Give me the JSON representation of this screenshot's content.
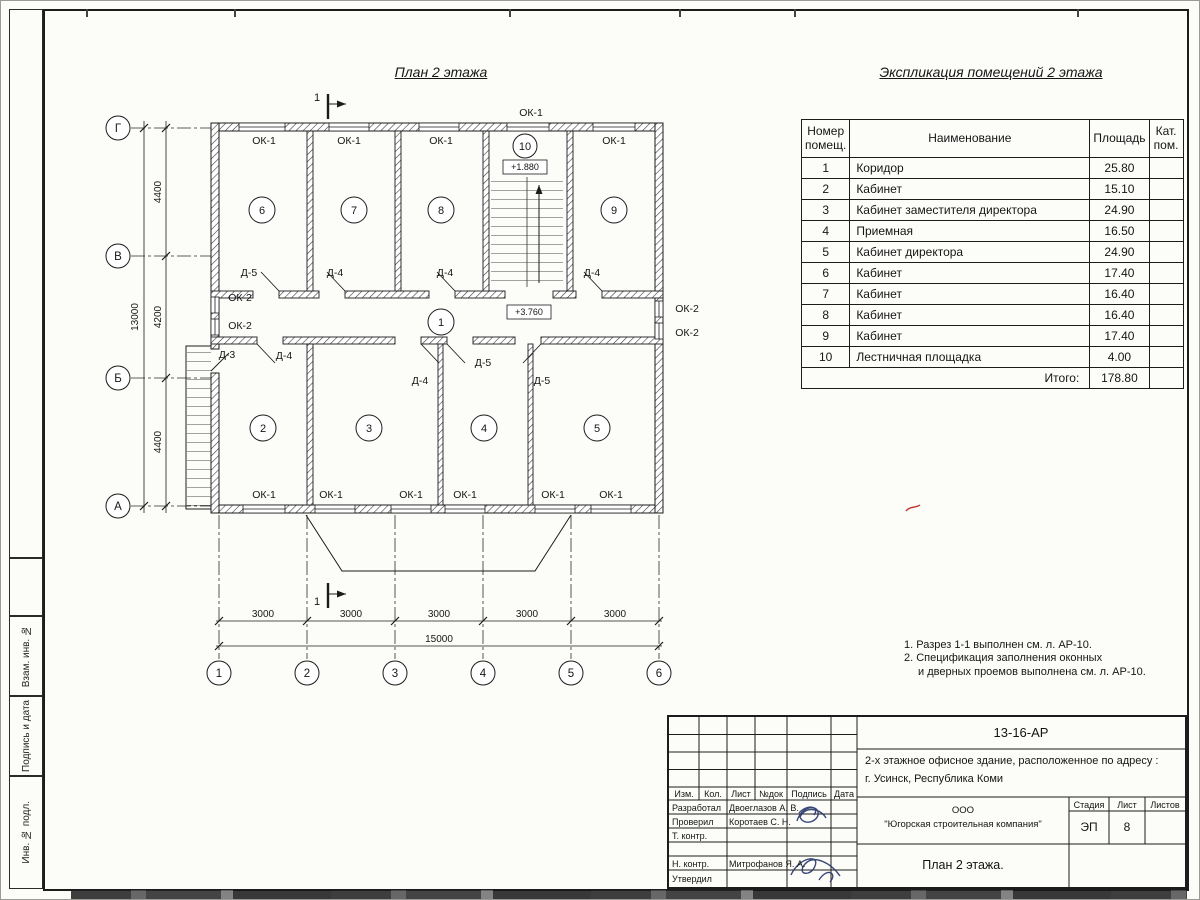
{
  "plan": {
    "title": "План 2 этажа",
    "axes_vertical": [
      "Г",
      "В",
      "Б",
      "А"
    ],
    "axes_horizontal": [
      "1",
      "2",
      "3",
      "4",
      "5",
      "6"
    ],
    "room_numbers": [
      "1",
      "2",
      "3",
      "4",
      "5",
      "6",
      "7",
      "8",
      "9",
      "10"
    ],
    "dims_left": [
      "4400",
      "4200",
      "4400"
    ],
    "dim_left_total": "13000",
    "dims_bottom": [
      "3000",
      "3000",
      "3000",
      "3000",
      "3000"
    ],
    "dim_bottom_total": "15000",
    "labels": {
      "ok1": "ОК-1",
      "ok2": "ОК-2",
      "d3": "Д-3",
      "d4": "Д-4",
      "d5": "Д-5",
      "section": "1",
      "elev_stair": "+1.880",
      "elev_floor": "+3.760"
    }
  },
  "explication": {
    "title": "Экспликация помещений 2 этажа",
    "headers": {
      "number": [
        "Номер",
        "помещ."
      ],
      "name": "Наименование",
      "area": "Площадь",
      "cat": [
        "Кат.",
        "пом."
      ]
    },
    "rows": [
      {
        "number": "1",
        "name": "Коридор",
        "area": "25.80"
      },
      {
        "number": "2",
        "name": "Кабинет",
        "area": "15.10"
      },
      {
        "number": "3",
        "name": "Кабинет заместителя директора",
        "area": "24.90"
      },
      {
        "number": "4",
        "name": "Приемная",
        "area": "16.50"
      },
      {
        "number": "5",
        "name": "Кабинет директора",
        "area": "24.90"
      },
      {
        "number": "6",
        "name": "Кабинет",
        "area": "17.40"
      },
      {
        "number": "7",
        "name": "Кабинет",
        "area": "16.40"
      },
      {
        "number": "8",
        "name": "Кабинет",
        "area": "16.40"
      },
      {
        "number": "9",
        "name": "Кабинет",
        "area": "17.40"
      },
      {
        "number": "10",
        "name": "Лестничная площадка",
        "area": "4.00"
      }
    ],
    "total_label": "Итого:",
    "total_area": "178.80"
  },
  "notes": [
    "1. Разрез 1-1 выполнен см. л. АР-10.",
    "2. Спецификация заполнения оконных",
    "и дверных проемов выполнена см. л. АР-10."
  ],
  "title_block": {
    "code": "13-16-АР",
    "object_line1": "2-х этажное офисное здание, расположенное по адресу :",
    "object_line2": "г. Усинск, Республика Коми",
    "columns": [
      "Изм.",
      "Кол.",
      "Лист",
      "№док",
      "Подпись",
      "Дата"
    ],
    "roles": [
      {
        "role": "Разработал",
        "name": "Двоеглазов А. В."
      },
      {
        "role": "Проверил",
        "name": "Коротаев С. Н."
      },
      {
        "role": "Т. контр.",
        "name": ""
      },
      {
        "role": "Н. контр.",
        "name": "Митрофанов Я. А."
      },
      {
        "role": "Утвердил",
        "name": ""
      }
    ],
    "company_line1": "ООО",
    "company_line2": "\"Югорская строительная компания\"",
    "stage_label": "Стадия",
    "sheet_label": "Лист",
    "sheets_label": "Листов",
    "stage_value": "ЭП",
    "sheet_value": "8",
    "sheet_title": "План 2 этажа."
  },
  "side_stamps": [
    "Инв. № подл.",
    "Подпись и дата",
    "Взам. инв. №"
  ]
}
